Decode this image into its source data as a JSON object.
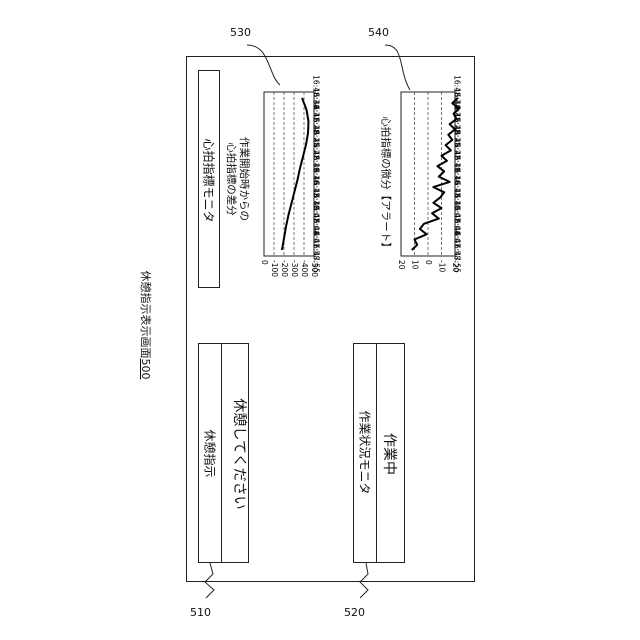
{
  "screen_title": "休憩指示表示画面",
  "screen_ref": "500",
  "refs": {
    "break_panel": "510",
    "work_panel": "520",
    "hr_chart": "530",
    "diff_chart": "540"
  },
  "break_instruction": {
    "title": "休憩指示",
    "message": "休憩してください"
  },
  "work_status": {
    "title": "作業状況モニタ",
    "status": "作業中"
  },
  "heart_monitor": {
    "title": "心拍指標モニタ"
  },
  "chart_data": [
    {
      "type": "line",
      "title": "作業開始時からの\n心拍指標の差分",
      "title_line1": "作業開始時からの",
      "title_line2": "心拍指標の差分",
      "x": [
        "16:47:55",
        "16:47:58",
        "16:48:01",
        "16:48:04",
        "16:48:07",
        "16:48:10",
        "16:48:13",
        "16:48:16",
        "16:48:19",
        "16:48:22",
        "16:48:25",
        "16:48:28",
        "16:48:31",
        "16:48:34"
      ],
      "y_ticks": [
        0,
        -100,
        -200,
        -300,
        -400,
        -500
      ],
      "ylim": [
        -500,
        0
      ],
      "series": [
        {
          "values": [
            -180,
            -200,
            -220,
            -245,
            -275,
            -305,
            -335,
            -360,
            -390,
            -420,
            -440,
            -445,
            -425,
            -380
          ]
        }
      ],
      "grid": "dashed"
    },
    {
      "type": "line",
      "title": "心拍指標の微分【アラート】",
      "x": [
        "16:47:55",
        "16:47:58",
        "16:48:01",
        "16:48:04",
        "16:48:07",
        "16:48:10",
        "16:48:13",
        "16:48:16",
        "16:48:19",
        "16:48:22",
        "16:48:25",
        "16:48:28",
        "16:48:31",
        "16:48:34"
      ],
      "y_ticks": [
        20,
        10,
        0,
        -10,
        -20
      ],
      "ylim": [
        -20,
        20
      ],
      "series": [
        {
          "values": [
            12,
            8,
            10,
            1,
            6,
            3,
            -8,
            -3,
            -10,
            -4,
            -9,
            -12,
            -4,
            -16,
            -8,
            -12,
            -7,
            -14,
            -10,
            -17,
            -13,
            -18,
            -15,
            -20,
            -16,
            -21,
            -19,
            -23,
            -18,
            -22
          ]
        }
      ],
      "grid": "dashed"
    }
  ]
}
